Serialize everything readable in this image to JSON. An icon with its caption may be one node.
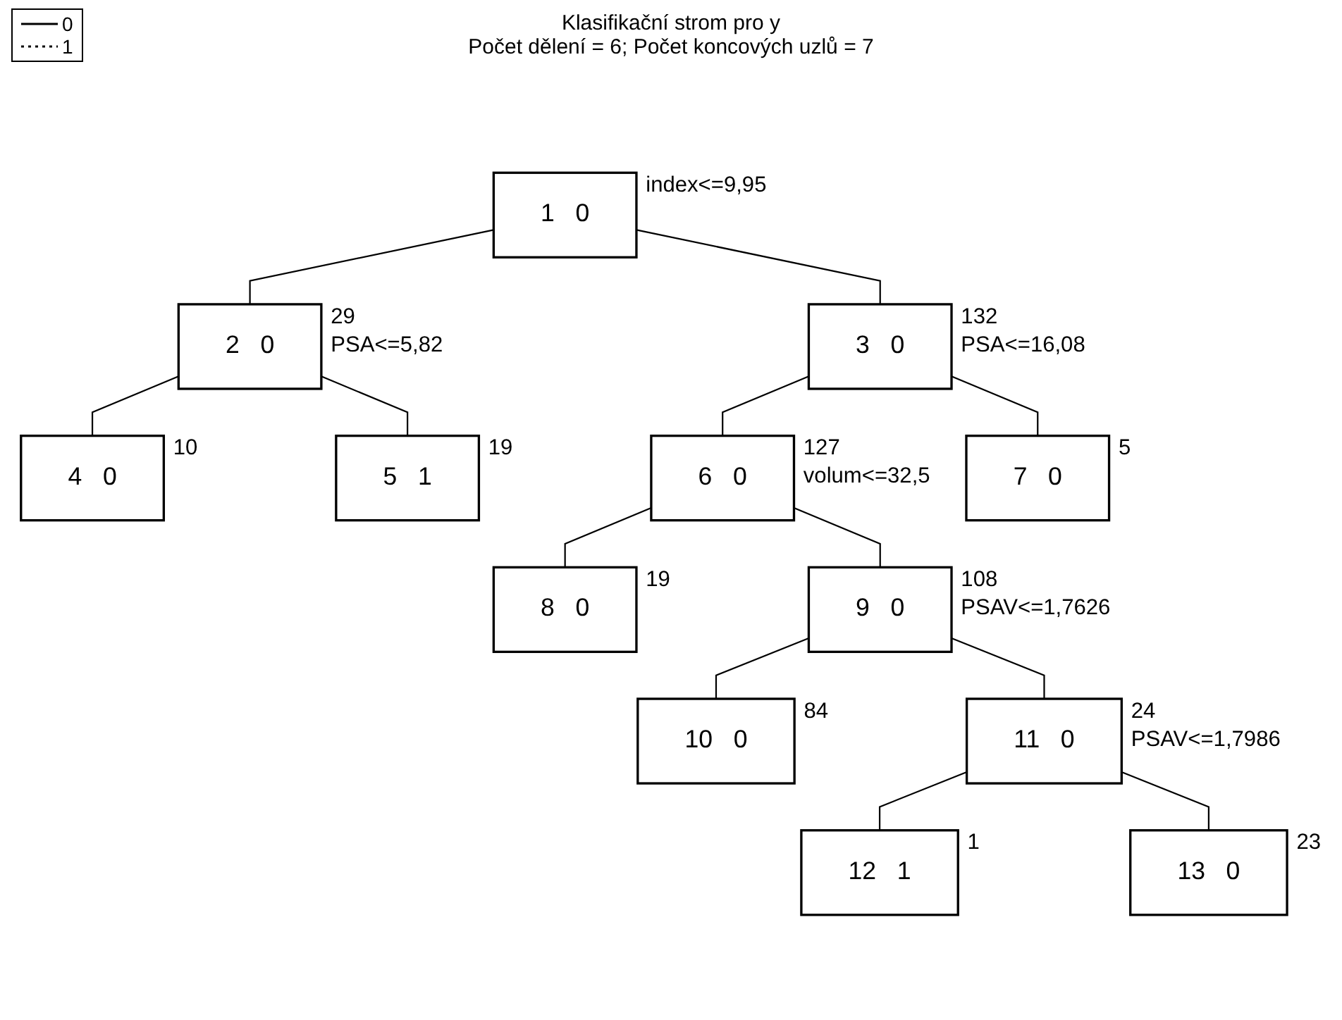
{
  "diagram": {
    "title": "Klasifikační strom pro y",
    "nodes": [
      {
        "text": [
          "1",
          "0"
        ],
        "beside": [
          "index<=9,95"
        ]
      },
      {
        "text": [
          "2",
          "0"
        ],
        "beside": [
          "29",
          "PSA<=5,82"
        ]
      },
      {
        "text": [
          "3",
          "0"
        ],
        "beside": [
          "132",
          "PSA<=16,08"
        ]
      },
      {
        "text": [
          "4",
          "0"
        ],
        "beside": [
          "10"
        ]
      },
      {
        "text": [
          "5",
          "1"
        ],
        "beside": [
          "19"
        ]
      },
      {
        "text": [
          "6",
          "0"
        ],
        "beside": [
          "127",
          "volum<=32,5"
        ]
      },
      {
        "text": [
          "7",
          "0"
        ],
        "beside": [
          "5"
        ]
      },
      {
        "text": [
          "8",
          "0"
        ],
        "beside": [
          "19"
        ]
      },
      {
        "text": [
          "9",
          "0"
        ],
        "beside": [
          "108",
          "PSAV<=1,7626"
        ]
      },
      {
        "text": [
          "10",
          "0"
        ],
        "beside": [
          "84"
        ]
      },
      {
        "text": [
          "11",
          "0"
        ],
        "beside": [
          "24",
          "PSAV<=1,7986"
        ]
      },
      {
        "text": [
          "12",
          "1"
        ],
        "beside": [
          "1"
        ]
      },
      {
        "text": [
          "13",
          "0"
        ],
        "beside": [
          "23"
        ]
      }
    ],
    "edges": [
      {
        "from": 0,
        "to": 1,
        "arrow": "none"
      },
      {
        "from": 0,
        "to": 2,
        "arrow": "none"
      },
      {
        "from": 1,
        "to": 3,
        "arrow": "none"
      },
      {
        "from": 1,
        "to": 4,
        "arrow": "none"
      },
      {
        "from": 2,
        "to": 5,
        "arrow": "none"
      },
      {
        "from": 2,
        "to": 6,
        "arrow": "none"
      },
      {
        "from": 5,
        "to": 7,
        "arrow": "none"
      },
      {
        "from": 5,
        "to": 8,
        "arrow": "none"
      },
      {
        "from": 8,
        "to": 9,
        "arrow": "none"
      },
      {
        "from": 8,
        "to": 10,
        "arrow": "none"
      },
      {
        "from": 10,
        "to": 11,
        "arrow": "none"
      },
      {
        "from": 10,
        "to": 12,
        "arrow": "none"
      }
    ],
    "labels": [
      "Počet dělení = 6; Počet koncových uzlů = 7"
    ],
    "legend": [
      {
        "text": "0"
      },
      {
        "text": "1"
      }
    ]
  }
}
